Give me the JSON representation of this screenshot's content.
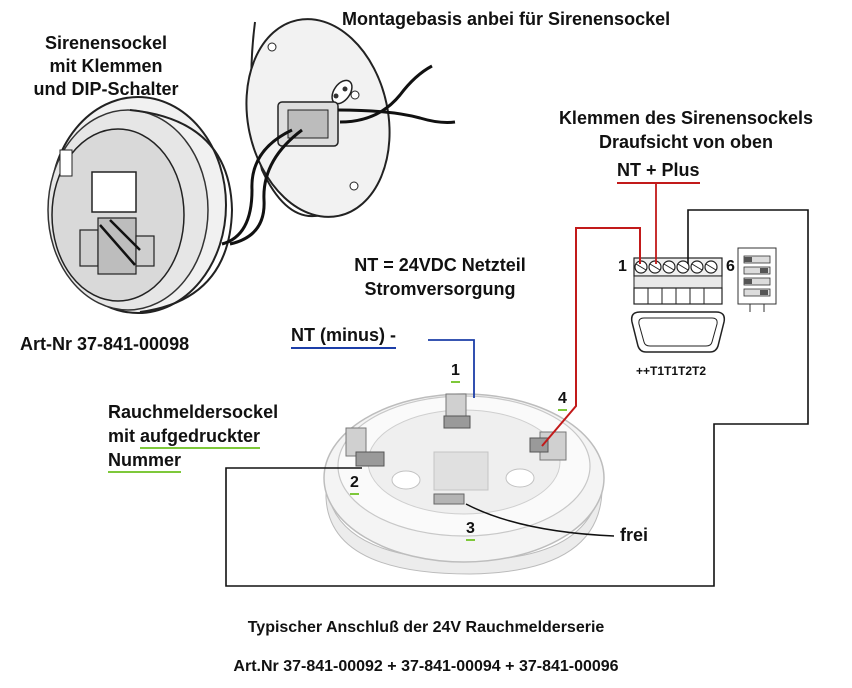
{
  "labels": {
    "montagebasis": "Montagebasis anbei für Sirenensockel",
    "sirenensockel": [
      "Sirenensockel",
      "mit Klemmen",
      "und DIP-Schalter"
    ],
    "klemmen_title": [
      "Klemmen des Sirenensockels",
      "Draufsicht von oben"
    ],
    "nt_plus": "NT + Plus",
    "nt_netzteil": [
      "NT = 24VDC Netzteil",
      "Stromversorgung"
    ],
    "art_nr_siren": "Art-Nr 37-841-00098",
    "nt_minus": "NT (minus) -",
    "rauchmelder": [
      "Rauchmeldersockel",
      "mit ",
      "aufgedruckter",
      "Nummer"
    ],
    "terminal_1": "1",
    "terminal_2": "2",
    "terminal_3": "3",
    "terminal_4": "4",
    "frei": "frei",
    "siren_terminal_start": "1",
    "siren_terminal_end": "6",
    "siren_terminal_names": "++T1T1T2T2",
    "footer_line1": "Typischer Anschluß der 24V Rauchmelderserie",
    "footer_line2": "Art.Nr 37-841-00092 + 37-841-00094 + 37-841-00096"
  },
  "colors": {
    "red_wire": "#c21a1a",
    "blue_wire": "#1c3ea8",
    "black_wire": "#111111",
    "green_underline": "#7ec83a"
  }
}
